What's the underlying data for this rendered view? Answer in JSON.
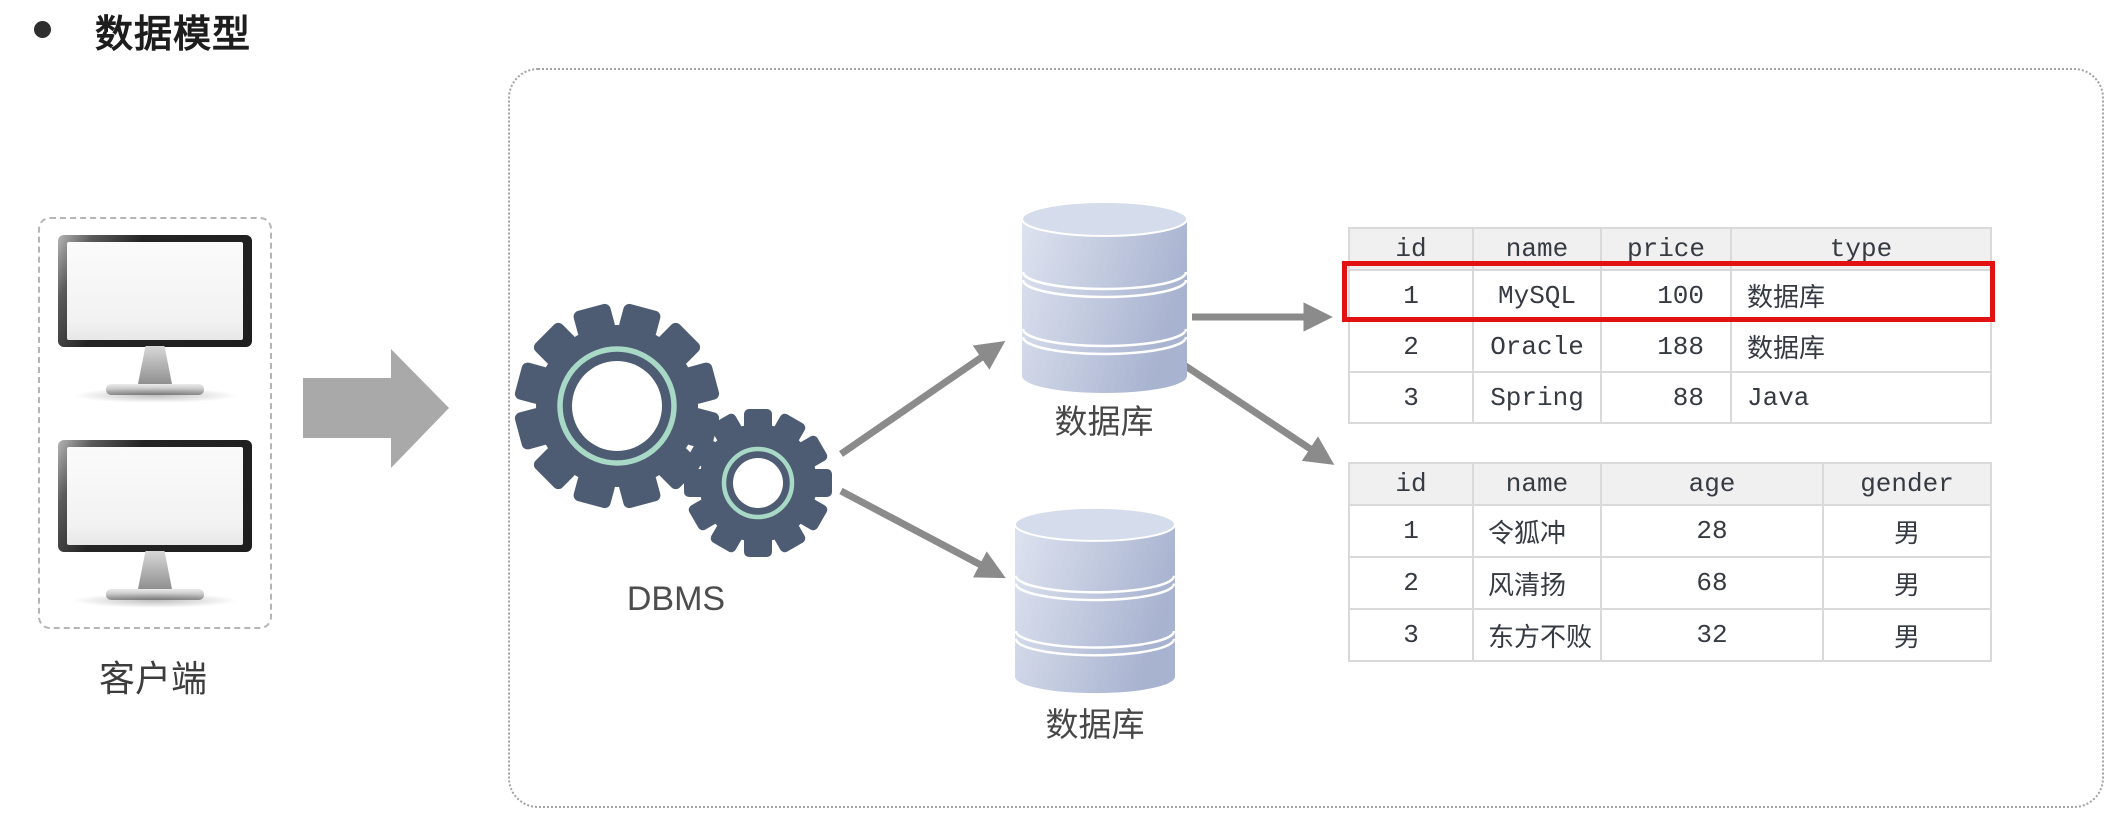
{
  "slide": {
    "title": "数据模型"
  },
  "client": {
    "label": "客户端",
    "monitor_count": 2
  },
  "dbms": {
    "label": "DBMS"
  },
  "databases": {
    "top": {
      "label": "数据库"
    },
    "bottom": {
      "label": "数据库"
    }
  },
  "tables": {
    "product": {
      "headers": [
        "id",
        "name",
        "price",
        "type"
      ],
      "rows": [
        [
          "1",
          "MySQL",
          "100",
          "数据库"
        ],
        [
          "2",
          "Oracle",
          "188",
          "数据库"
        ],
        [
          "3",
          "Spring",
          "88",
          "Java"
        ]
      ],
      "highlighted_row_index": 0
    },
    "person": {
      "headers": [
        "id",
        "name",
        "age",
        "gender"
      ],
      "rows": [
        [
          "1",
          "令狐冲",
          "28",
          "男"
        ],
        [
          "2",
          "风清扬",
          "68",
          "男"
        ],
        [
          "3",
          "东方不败",
          "32",
          "男"
        ]
      ]
    }
  },
  "colors": {
    "highlight_border": "#e31212",
    "gear_body": "#4d5c72",
    "gear_ring": "#a8d8c6",
    "flow_arrow": "#8b8b8b",
    "block_arrow": "#a9a9a9",
    "cylinder_light": "#dfe4f1",
    "cylinder_dark": "#a8b3d0",
    "table_header_bg": "#f0f0f0",
    "table_border": "#d9d9d9"
  }
}
